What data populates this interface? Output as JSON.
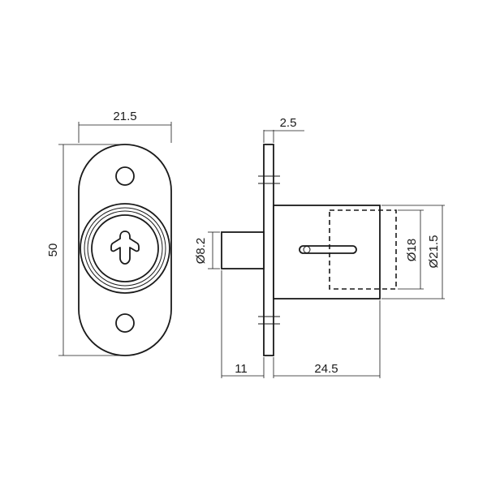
{
  "dimensions": {
    "front_width": "21.5",
    "front_height": "50",
    "flange_thickness": "2.5",
    "pin_diameter": "Ø8.2",
    "pin_length": "11",
    "body_length": "24.5",
    "inner_diameter": "Ø18",
    "outer_diameter": "Ø21.5"
  },
  "colors": {
    "line": "#1a1a1a",
    "background": "#ffffff"
  }
}
